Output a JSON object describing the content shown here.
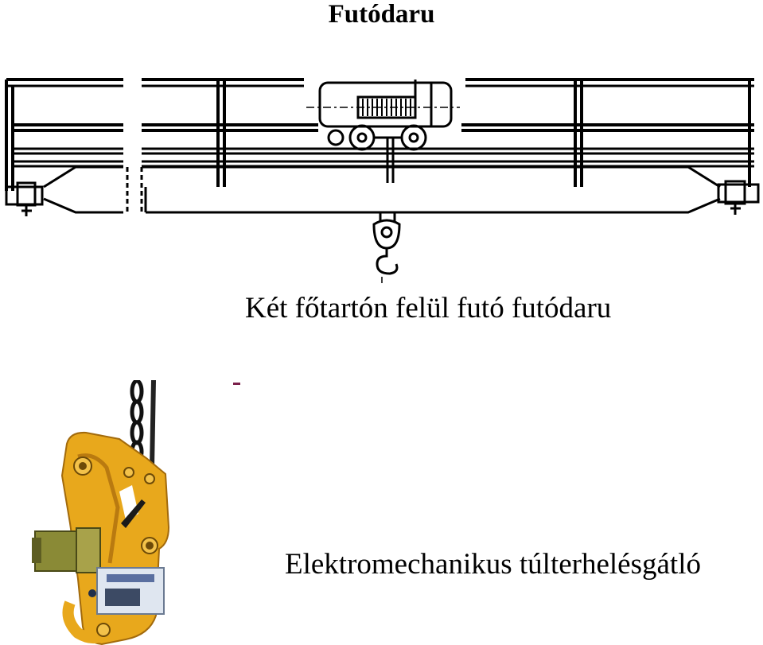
{
  "page": {
    "title": "Futódaru",
    "crane_caption": "Két főtartón felül futó futódaru",
    "device_caption": "Elektromechanikus túlterhelésgátló"
  },
  "colors": {
    "drawing_line": "#000000",
    "device_body": "#e8a81c",
    "device_shade": "#b97a10",
    "device_block": "#8a8a36",
    "device_label": "#dfe6f0",
    "dash_mark": "#7a1f4a"
  },
  "icons": {
    "crane_drawing": "overhead-crane-line-drawing",
    "device_photo": "overload-limiter-device"
  }
}
